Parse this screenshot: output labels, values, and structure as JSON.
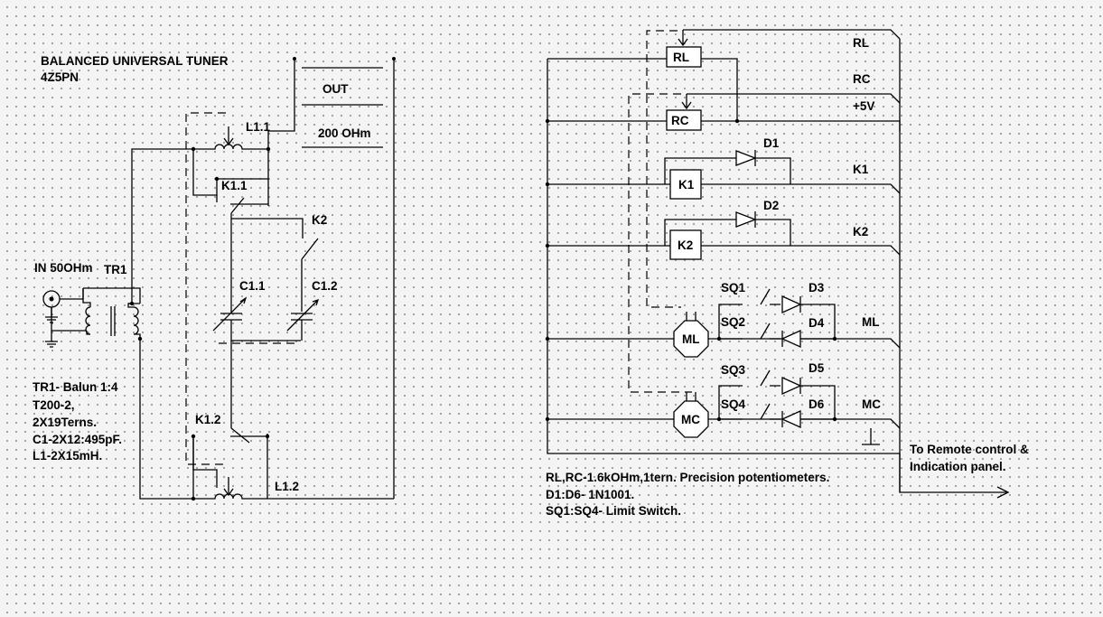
{
  "title": "BALANCED UNIVERSAL TUNER",
  "author": "4Z5PN",
  "labels": {
    "out": "OUT",
    "impedance": "200 OHm",
    "input": "IN 50OHm",
    "tr1": "TR1",
    "l11": "L1.1",
    "l12": "L1.2",
    "k11": "K1.1",
    "k12": "K1.2",
    "k2_contact": "K2",
    "c11": "C1.1",
    "c12": "C1.2",
    "rl_box": "RL",
    "rc_box": "RC",
    "k1_box": "K1",
    "k2_box": "K2",
    "ml_motor": "ML",
    "mc_motor": "MC",
    "d1": "D1",
    "d2": "D2",
    "d3": "D3",
    "d4": "D4",
    "d5": "D5",
    "d6": "D6",
    "sq1": "SQ1",
    "sq2": "SQ2",
    "sq3": "SQ3",
    "sq4": "SQ4",
    "out_rl": "RL",
    "out_rc": "RC",
    "out_5v": "+5V",
    "out_k1": "K1",
    "out_k2": "K2",
    "out_ml": "ML",
    "out_mc": "MC",
    "remote_line1": "To Remote control &",
    "remote_line2": "Indication panel."
  },
  "notes_left": [
    "TR1- Balun 1:4",
    "T200-2,",
    "2X19Terns.",
    "C1-2X12:495pF.",
    "L1-2X15mH."
  ],
  "notes_right": [
    "RL,RC-1.6kOHm,1tern. Precision potentiometers.",
    "D1:D6- 1N1001.",
    "SQ1:SQ4- Limit Switch."
  ]
}
